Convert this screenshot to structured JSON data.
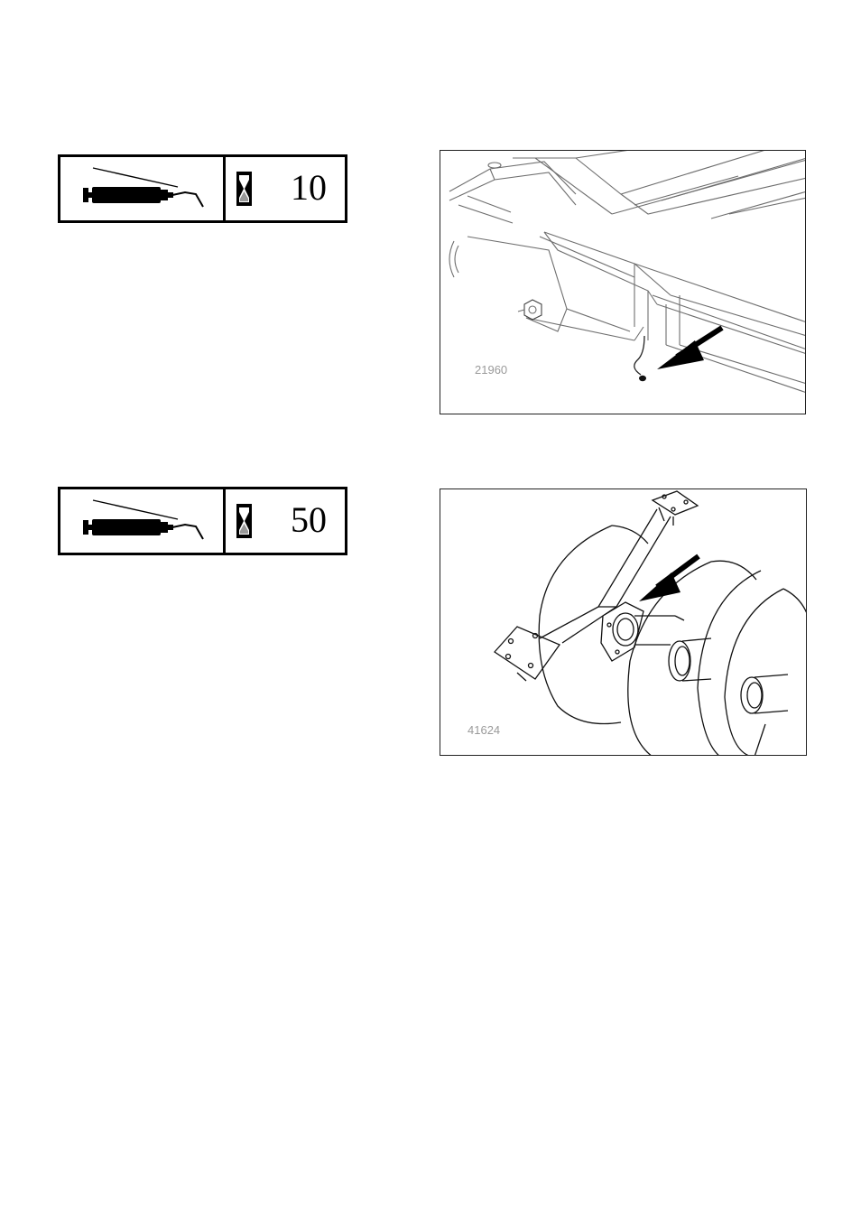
{
  "sections": [
    {
      "interval": "10",
      "figure_label": "21960"
    },
    {
      "interval": "50",
      "figure_label": "41624"
    }
  ],
  "icons": {
    "grease": "grease-gun-icon",
    "time": "hourglass-icon"
  }
}
